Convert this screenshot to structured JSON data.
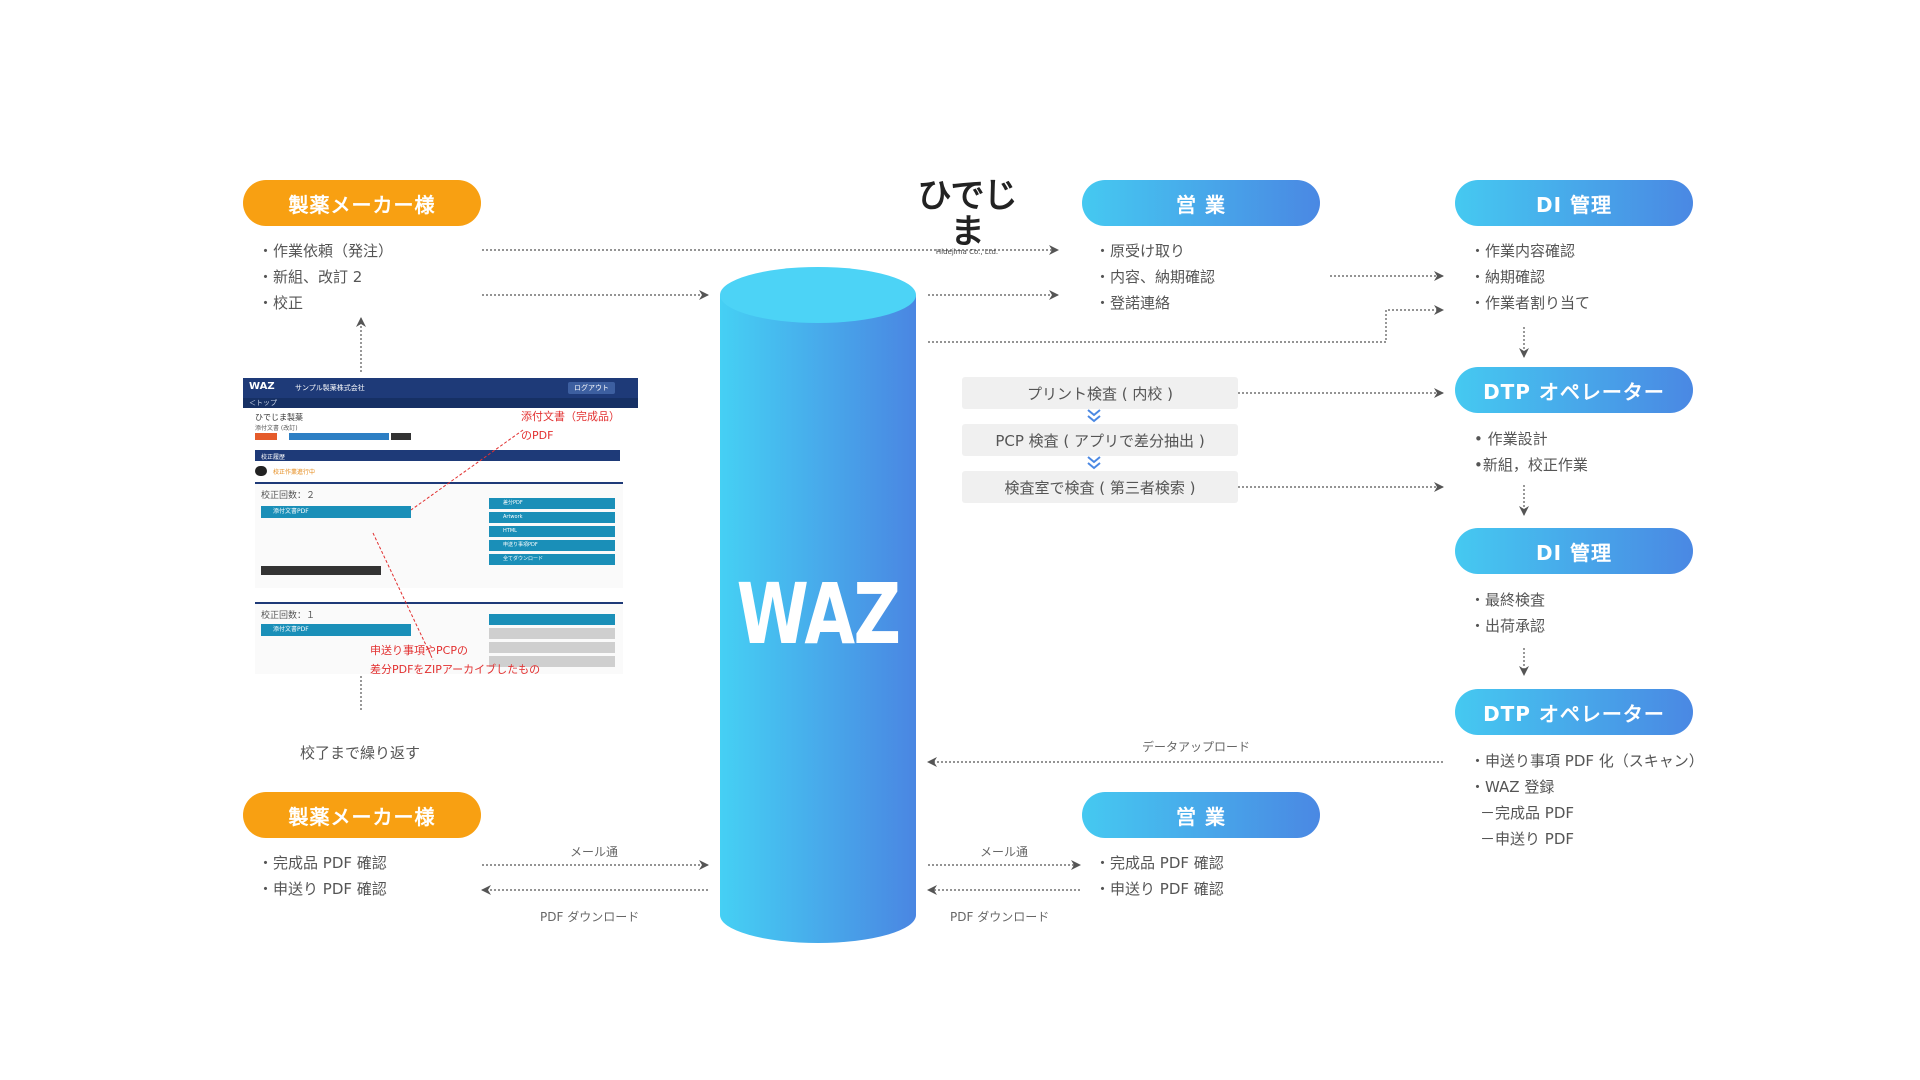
{
  "logo": {
    "main": "ひでじま",
    "sub": "Hidejima Co., Ltd."
  },
  "waz": "WAZ",
  "nodes": {
    "maker_top": "製薬メーカー様",
    "maker_bottom": "製薬メーカー様",
    "sales_top": "営 業",
    "sales_bottom": "営 業",
    "di_top": "DI 管理",
    "dtp_1": "DTP オペレーター",
    "di_mid": "DI 管理",
    "dtp_2": "DTP オペレーター"
  },
  "lists": {
    "maker_top": [
      "・作業依頼（発注）",
      "・新組、改訂 2",
      "・校正"
    ],
    "sales_top": [
      "・原受け取り",
      "・内容、納期確認",
      "・登諾連絡"
    ],
    "di_top": [
      "・作業内容確認",
      "・納期確認",
      "・作業者割り当て"
    ],
    "dtp_1": [
      "• 作業設計",
      "•新組，校正作業"
    ],
    "di_mid": [
      "・最終検査",
      "・出荷承認"
    ],
    "dtp_2": [
      "・申送り事項 PDF 化（スキャン）",
      "・WAZ 登録",
      "－完成品 PDF",
      "－申送り PDF"
    ],
    "maker_bottom": [
      "・完成品 PDF 確認",
      "・申送り PDF 確認"
    ],
    "sales_bottom": [
      "・完成品 PDF 確認",
      "・申送り PDF 確認"
    ]
  },
  "inspection": [
    "プリント検査 ( 内校 )",
    "PCP 検査 ( アプリで差分抽出 )",
    "検査室で検査 ( 第三者検索 )"
  ],
  "labels": {
    "repeat": "校了まで繰り返す",
    "data_upload": "データアップロード",
    "mail_left": "メール通",
    "pdf_dl_left": "PDF ダウンロード",
    "mail_right": "メール通",
    "pdf_dl_right": "PDF ダウンロード"
  },
  "screenshot": {
    "app": "WAZ",
    "company": "サンプル製薬株式会社",
    "user_badge": "ログアウト",
    "nav": "＜トップ",
    "doc_title": "ひでじま製薬",
    "doc_sub": "添付文書 (改訂)",
    "section": "校正履歴",
    "status": "校正作業進行中",
    "round_2": "校正回数：２",
    "round_1": "校正回数：１",
    "btn_main": "添付文書PDF",
    "btn_side": [
      "差分PDF",
      "Artwork",
      "HTML",
      "申送り事項PDF",
      "全てダウンロード"
    ],
    "note_1": "添付文書（完成品）",
    "note_2": "のPDF",
    "note_3": "申送り事項やPCPの",
    "note_4": "差分PDFをZIPアーカイブしたもの"
  },
  "colors": {
    "orange": "#f8a012",
    "blue_start": "#45c9f1",
    "blue_end": "#4a88e3",
    "navy": "#1e3a78",
    "teal": "#1a8fb8",
    "annotation": "#e23030"
  }
}
